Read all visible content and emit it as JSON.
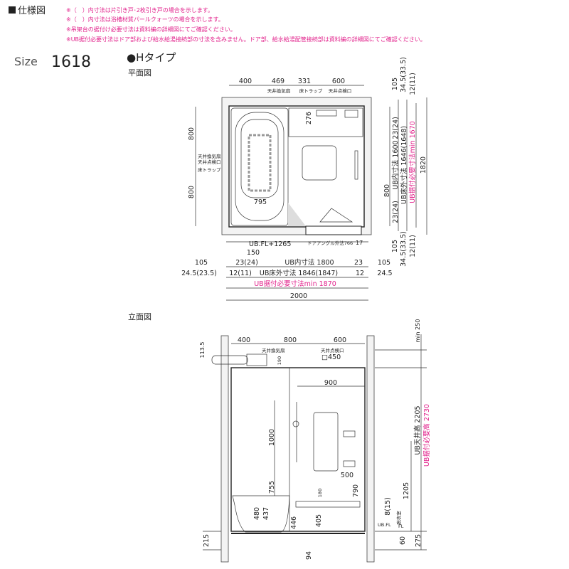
{
  "header": {
    "title": "仕様図",
    "notes": [
      "※（　）内寸法は片引き戸･2枚引き戸の場合を示します。",
      "※（　）内寸法は浴槽材質パールクォーツの場合を示します。",
      "※吊架台の据付け必要寸法は資料編の詳細図にてご確認ください。",
      "※UB据付必要寸法はドア部および給水給湯接続部の寸法を含みません。ドア部、給水給湯配管接続部は資料編の詳細図にてご確認ください。"
    ]
  },
  "size": {
    "label": "Size",
    "value": "1618"
  },
  "type_label": "●Hタイプ",
  "colors": {
    "accent": "#e2238c",
    "line": "#333333"
  },
  "plan": {
    "title": "平面図",
    "top_dims": [
      "400",
      "469",
      "331",
      "600"
    ],
    "top_labels": [
      "天井換気扇",
      "床トラップ",
      "天井点検口"
    ],
    "left_dims": [
      "800",
      "800"
    ],
    "left_labels": [
      "天井換気扇",
      "天井点検口",
      "床トラップ"
    ],
    "inner": {
      "d276": "276",
      "d795": "795"
    },
    "right": {
      "top": [
        "105",
        "34.5(33.5)",
        "12(11)"
      ],
      "d23a": "23(24)",
      "ub_inner": "UB内寸法 1600",
      "ub_floor_outer": "UB床外寸法 1646(1648)",
      "ub_required": "UB据付必要寸法min 1670",
      "total": "1820",
      "d800": "800",
      "d23b": "23(24)",
      "bottom": [
        "105",
        "34.5(33.5)",
        "12(11)"
      ]
    },
    "bottom": {
      "ubfl": "UB.FL+1265",
      "door_angle": "ドアアングル外法766",
      "door_17": "17",
      "d150": "150",
      "row1": [
        "105",
        "23(24)",
        "UB内寸法 1800",
        "23",
        "105"
      ],
      "row2": [
        "24.5(23.5)",
        "12(11)",
        "UB床外寸法 1846(1847)",
        "12",
        "24.5"
      ],
      "required": "UB据付必要寸法min 1870",
      "total": "2000"
    }
  },
  "elevation": {
    "title": "立面図",
    "top_dims": [
      "400",
      "800",
      "600"
    ],
    "fan_label": "天井換気扇",
    "hatch_label": "天井点検口",
    "hatch_size": "□450",
    "d113": "113.5",
    "d190": "190",
    "d900": "900",
    "d1000": "1000",
    "d755": "755",
    "d480": "480",
    "d437": "437",
    "d446": "446",
    "d405": "405",
    "d180": "180",
    "d500": "500",
    "d790": "790",
    "min250": "min 250",
    "ceiling": "UB天井高 2205",
    "required": "UB据付必要高 2730",
    "d1205": "1205",
    "d8": "8(15)",
    "ubfl": "UB.FL",
    "dressing": "脱衣室",
    "fl": "FL",
    "d60": "60",
    "d275": "275",
    "d215": "215",
    "d94": "94"
  }
}
